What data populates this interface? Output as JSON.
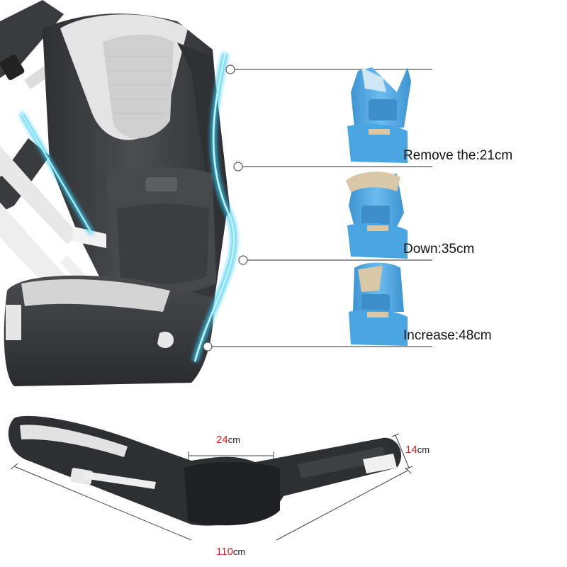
{
  "colors": {
    "carrier_dark": "#3a3b3e",
    "carrier_mid": "#55575b",
    "mesh_light": "#d9d9d9",
    "strap_white": "#f1f1f1",
    "mini_blue": "#4da8e3",
    "mini_tan": "#d8c8a8",
    "glow_cyan": "#35c7f0",
    "dim_red": "#d62020",
    "callout_line": "#555555"
  },
  "callouts": [
    {
      "id": "top",
      "label": ""
    },
    {
      "id": "remove",
      "label": "Remove the:21cm"
    },
    {
      "id": "down",
      "label": "Down:35cm"
    },
    {
      "id": "increase",
      "label": "Increase:48cm"
    }
  ],
  "waistband": {
    "width_value": "24",
    "width_unit": "cm",
    "height_value": "14",
    "height_unit": "cm",
    "length_value": "110",
    "length_unit": "cm"
  }
}
